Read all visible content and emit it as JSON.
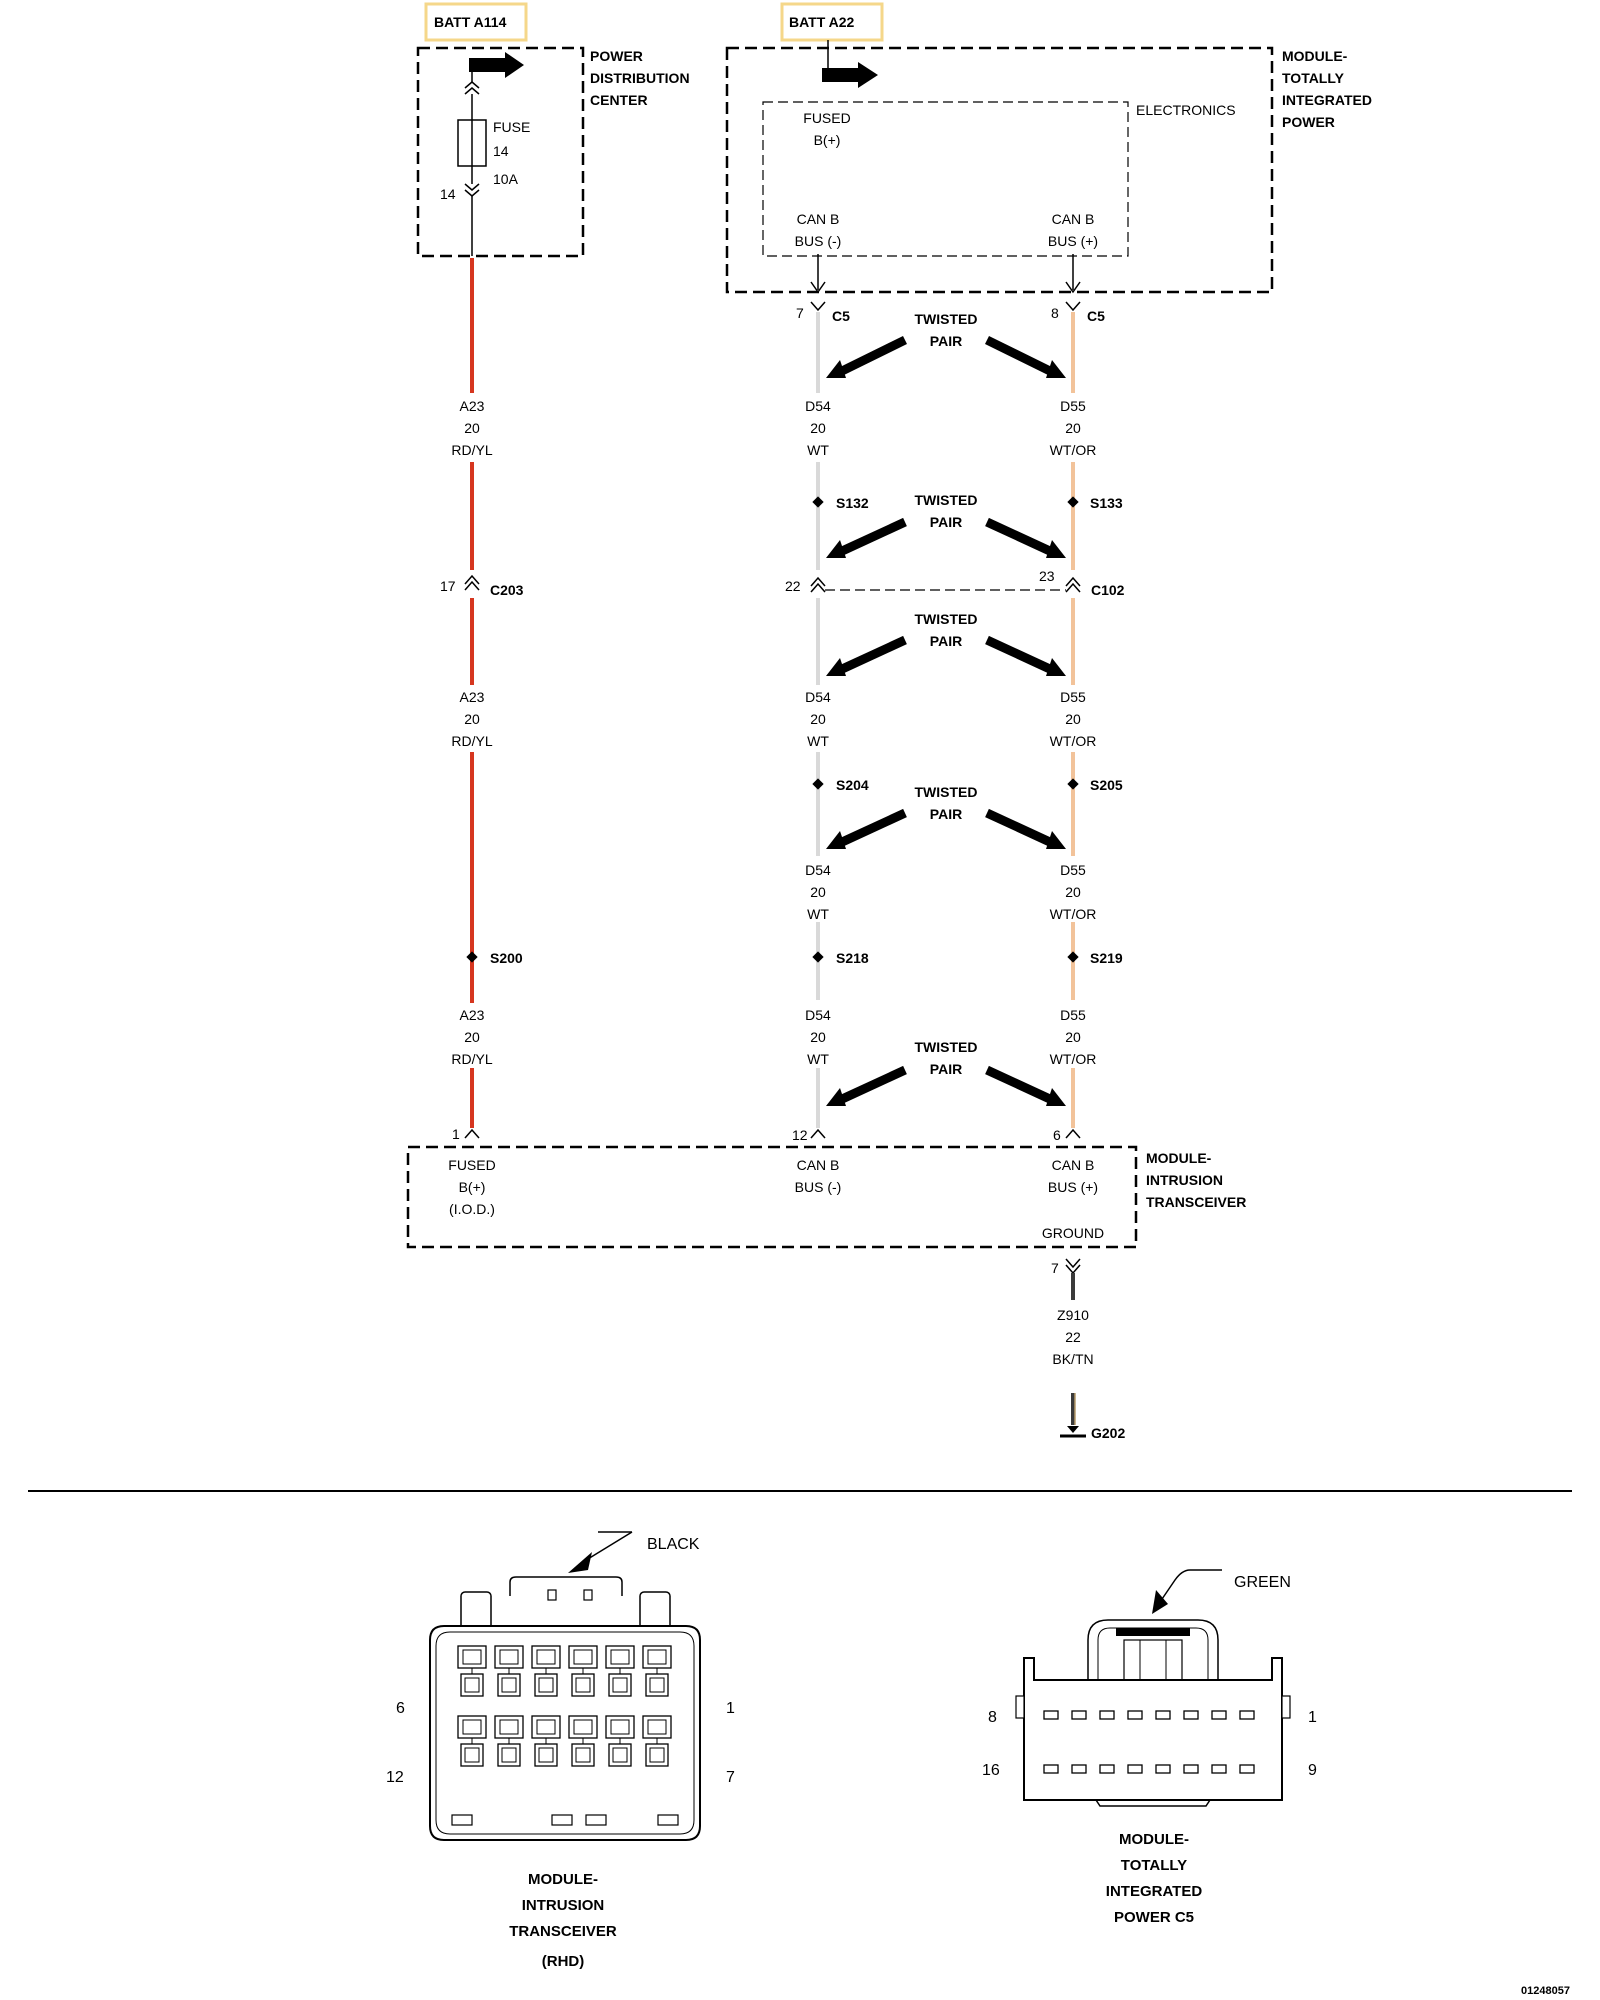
{
  "batt": {
    "left": "BATT A114",
    "right": "BATT A22"
  },
  "pdc": {
    "line1": "POWER",
    "line2": "DISTRIBUTION",
    "line3": "CENTER",
    "fuse_label": "FUSE",
    "fuse_num": "14",
    "fuse_amp": "10A",
    "cavity": "14"
  },
  "tipm": {
    "line1": "MODULE-",
    "line2": "TOTALLY",
    "line3": "INTEGRATED",
    "line4": "POWER",
    "electronics": "ELECTRONICS",
    "fused1": "FUSED",
    "fused2": "B(+)",
    "canb": "CAN B",
    "busneg": "BUS (-)",
    "buspos": "BUS (+)"
  },
  "c5": {
    "pin_neg": "7",
    "pin_pos": "8",
    "name": "C5"
  },
  "twisted": {
    "line1": "TWISTED",
    "line2": "PAIR"
  },
  "wire_a23": {
    "circuit": "A23",
    "gauge": "20",
    "color": "RD/YL"
  },
  "wire_d54": {
    "circuit": "D54",
    "gauge": "20",
    "color": "WT"
  },
  "wire_d55": {
    "circuit": "D55",
    "gauge": "20",
    "color": "WT/OR"
  },
  "splices": {
    "s132": "S132",
    "s133": "S133",
    "s204": "S204",
    "s205": "S205",
    "s218": "S218",
    "s219": "S219",
    "s200": "S200"
  },
  "c203": {
    "pin": "17",
    "name": "C203"
  },
  "c102": {
    "pin_neg": "22",
    "pin_pos": "23",
    "name": "C102"
  },
  "itm": {
    "line1": "MODULE-",
    "line2": "INTRUSION",
    "line3": "TRANSCEIVER",
    "pin_fused": "1",
    "pin_neg": "12",
    "pin_pos": "6",
    "fused1": "FUSED",
    "fused2": "B(+)",
    "fused3": "(I.O.D.)",
    "canb": "CAN B",
    "busneg": "BUS (-)",
    "buspos": "BUS (+)",
    "ground": "GROUND",
    "pin_ground": "7"
  },
  "wire_z910": {
    "circuit": "Z910",
    "gauge": "22",
    "color": "BK/TN"
  },
  "ground": {
    "name": "G202"
  },
  "conn_itm": {
    "color": "BLACK",
    "pin_tl": "6",
    "pin_tr": "1",
    "pin_bl": "12",
    "pin_br": "7",
    "cap1": "MODULE-",
    "cap2": "INTRUSION",
    "cap3": "TRANSCEIVER",
    "cap4": "(RHD)"
  },
  "conn_tipm": {
    "color": "GREEN",
    "pin_tl": "8",
    "pin_tr": "1",
    "pin_bl": "16",
    "pin_br": "9",
    "cap1": "MODULE-",
    "cap2": "TOTALLY",
    "cap3": "INTEGRATED",
    "cap4": "POWER C5"
  },
  "figure_id": "01248057",
  "colors": {
    "red_wire": "#d6361f",
    "white_wire": "#d9d9d9",
    "orange_wire": "#f2c39a",
    "batt_box": "#f5d78a"
  }
}
